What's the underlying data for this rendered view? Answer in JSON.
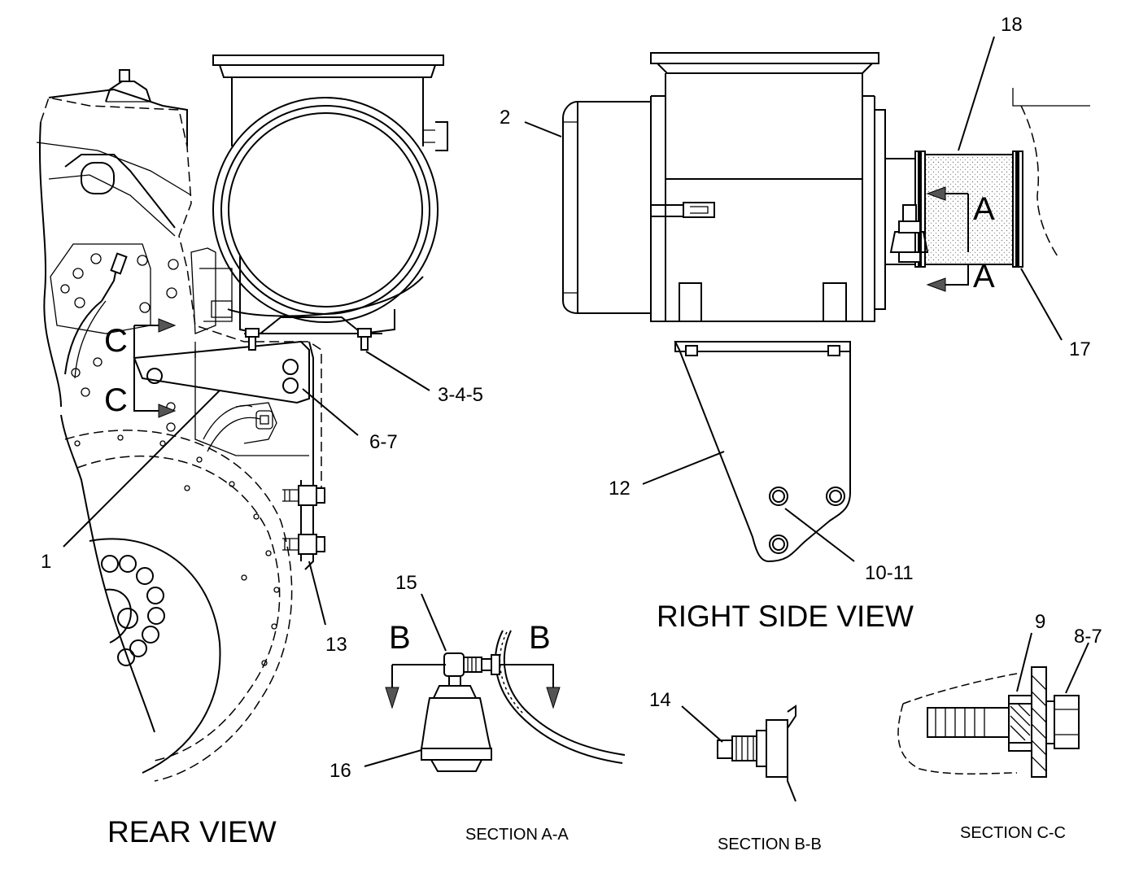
{
  "callouts": {
    "c1": "1",
    "c2": "2",
    "c3": "3-4-5",
    "c6": "6-7",
    "c10": "10-11",
    "c12": "12",
    "c13": "13",
    "c14": "14",
    "c15": "15",
    "c16": "16",
    "c17": "17",
    "c18": "18",
    "c9": "9",
    "c8": "8-7"
  },
  "section_markers": {
    "a": "A",
    "b": "B",
    "c": "C"
  },
  "view_titles": {
    "rear": "REAR VIEW",
    "right": "RIGHT SIDE VIEW",
    "section_aa": "SECTION A-A",
    "section_bb": "SECTION B-B",
    "section_cc": "SECTION C-C"
  }
}
